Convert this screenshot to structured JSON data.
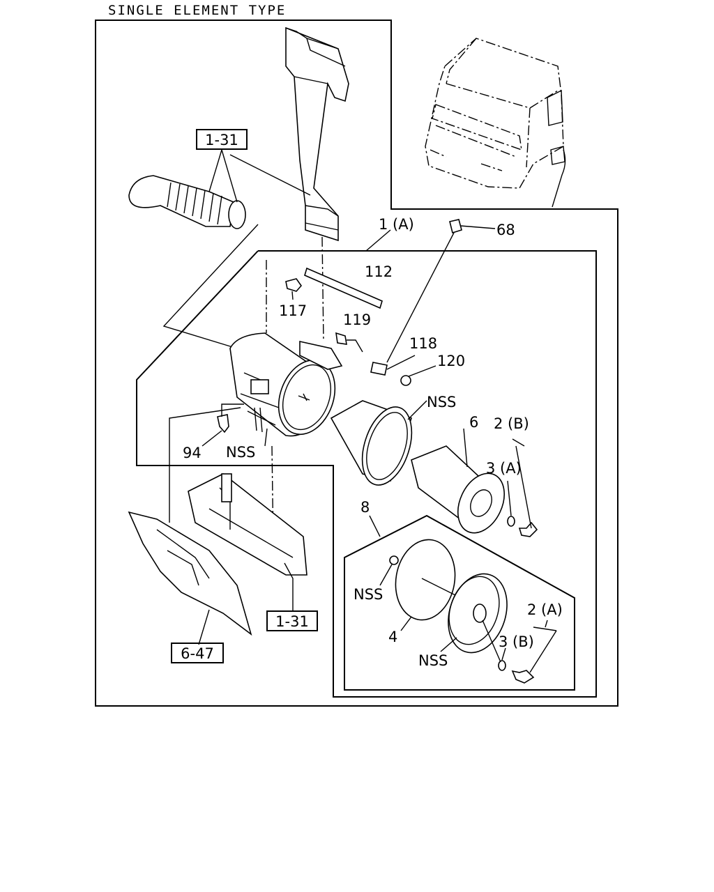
{
  "title": "SINGLE ELEMENT TYPE",
  "callouts": {
    "ref_pipe": "1-31",
    "ref_frame": "1-31",
    "ref_bracket": "6-47",
    "assembly": "1 (A)",
    "p68": "68",
    "p112": "112",
    "p117": "117",
    "p119": "119",
    "p118": "118",
    "p120": "120",
    "nss_body": "NSS",
    "p6": "6",
    "p2b": "2 (B)",
    "p3a": "3 (A)",
    "p94": "94",
    "nss_stud": "NSS",
    "p8": "8",
    "nss_washer": "NSS",
    "p4": "4",
    "p2a": "2 (A)",
    "p3b": "3 (B)",
    "nss_cover": "NSS"
  }
}
